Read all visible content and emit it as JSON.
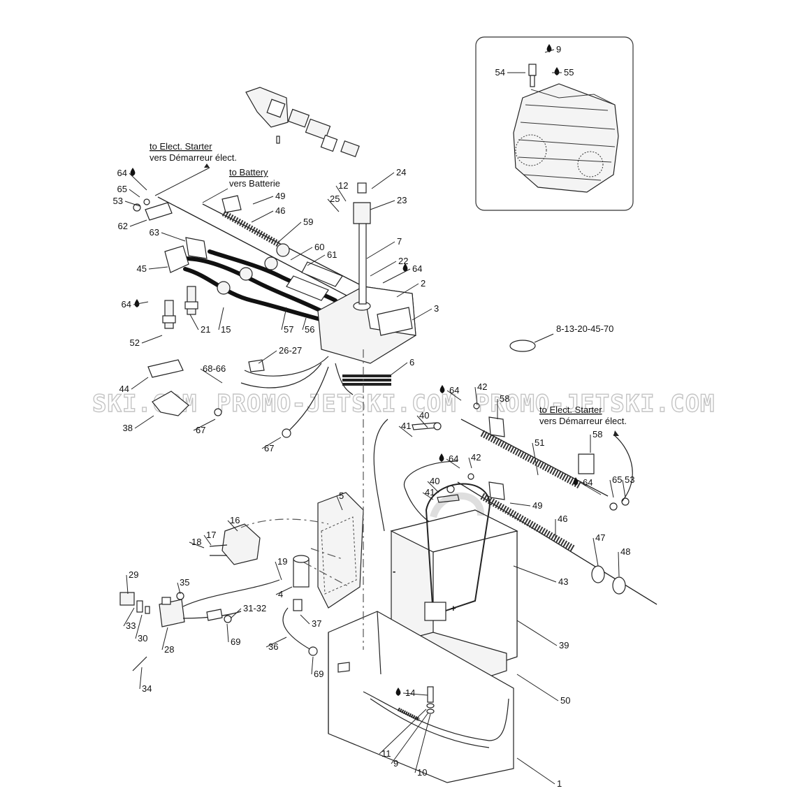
{
  "diagram": {
    "notes": {
      "starter_top_en": "to Elect. Starter",
      "starter_top_fr": "vers Démarreur élect.",
      "battery_en": "to Battery",
      "battery_fr": "vers Batterie",
      "starter_right_en": "to Elect. Starter",
      "starter_right_fr": "vers Démarreur élect.",
      "tie_wrap_ref": "8-13-20-45-70",
      "polarity_minus": "-",
      "polarity_plus": "+"
    },
    "watermark": {
      "left_fragment": "SKI.COM",
      "center": "PROMO-JETSKI.COM",
      "right": "PROMO-JETSKI.COM"
    },
    "callouts": [
      "9",
      "54",
      "55",
      "24",
      "12",
      "23",
      "25",
      "7",
      "22",
      "64",
      "2",
      "3",
      "64",
      "53",
      "65",
      "62",
      "63",
      "49",
      "46",
      "59",
      "60",
      "61",
      "45",
      "64",
      "52",
      "21",
      "15",
      "57",
      "56",
      "26-27",
      "68-66",
      "6",
      "44",
      "38",
      "67",
      "67",
      "8-13-20-45-70",
      "64",
      "42",
      "58",
      "40",
      "41",
      "51",
      "58",
      "64",
      "42",
      "64",
      "65",
      "53",
      "40",
      "41",
      "49",
      "46",
      "47",
      "48",
      "43",
      "39",
      "50",
      "5",
      "16",
      "17",
      "18",
      "19",
      "4",
      "29",
      "35",
      "33",
      "30",
      "31-32",
      "28",
      "69",
      "37",
      "36",
      "69",
      "34",
      "14",
      "11",
      "9",
      "10",
      "1"
    ],
    "threadlocker_symbol": "drop-icon"
  }
}
